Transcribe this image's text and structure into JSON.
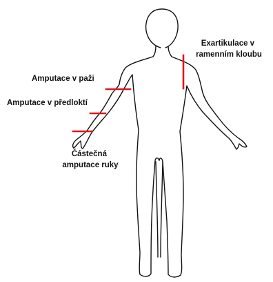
{
  "labels": {
    "shoulder_disarticulation": [
      "Exartikulace v",
      "ramenním kloubu"
    ],
    "arm_amputation": "Amputace v paži",
    "forearm_amputation": "Amputace v předloktí",
    "partial_hand_amputation": [
      "Částečná",
      "amputace ruky"
    ]
  },
  "colors": {
    "marker": "#e0161b",
    "outline": "#111111",
    "background": "#ffffff"
  }
}
